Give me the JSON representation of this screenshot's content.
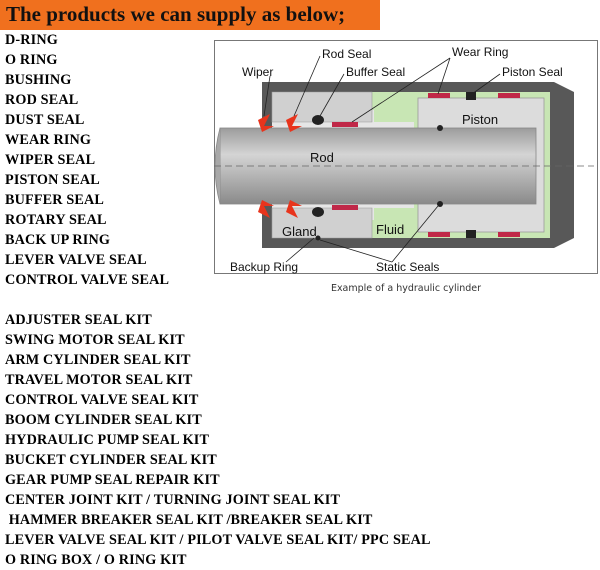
{
  "banner": {
    "title": "The products we can supply as below;",
    "color": "#f0701e"
  },
  "seal_list": [
    "D-RING",
    "O RING",
    "BUSHING",
    "ROD SEAL",
    "DUST SEAL",
    "WEAR RING",
    "WIPER SEAL",
    "PISTON SEAL",
    "BUFFER SEAL",
    "ROTARY SEAL",
    "BACK UP RING",
    "LEVER VALVE SEAL",
    "CONTROL VALVE SEAL"
  ],
  "kit_list": [
    "ADJUSTER SEAL KIT",
    "SWING MOTOR SEAL KIT",
    "ARM CYLINDER SEAL KIT",
    "TRAVEL MOTOR SEAL KIT",
    "CONTROL VALVE SEAL KIT",
    "BOOM CYLINDER SEAL KIT",
    "HYDRAULIC PUMP SEAL KIT",
    "BUCKET CYLINDER SEAL KIT",
    "GEAR PUMP SEAL REPAIR KIT",
    "CENTER JOINT KIT / TURNING JOINT SEAL KIT",
    " HAMMER BREAKER SEAL KIT /BREAKER SEAL KIT",
    "LEVER VALVE SEAL KIT / PILOT VALVE SEAL KIT/ PPC SEAL",
    "O RING BOX / O RING KIT"
  ],
  "diagram": {
    "labels": {
      "rod_seal": "Rod Seal",
      "wear_ring": "Wear Ring",
      "wiper": "Wiper",
      "buffer_seal": "Buffer Seal",
      "piston_seal": "Piston Seal",
      "piston": "Piston",
      "rod": "Rod",
      "gland": "Gland",
      "fluid": "Fluid",
      "backup_ring": "Backup Ring",
      "static_seals": "Static Seals"
    },
    "caption": "Example of a hydraulic cylinder",
    "colors": {
      "fluid": "#c8e6b4",
      "metal_dark": "#585858",
      "metal_mid": "#9a9a9a",
      "rod": "#b4b4b4",
      "wiper_seal": "#e8341c",
      "wear_ring": "#c02848"
    }
  }
}
